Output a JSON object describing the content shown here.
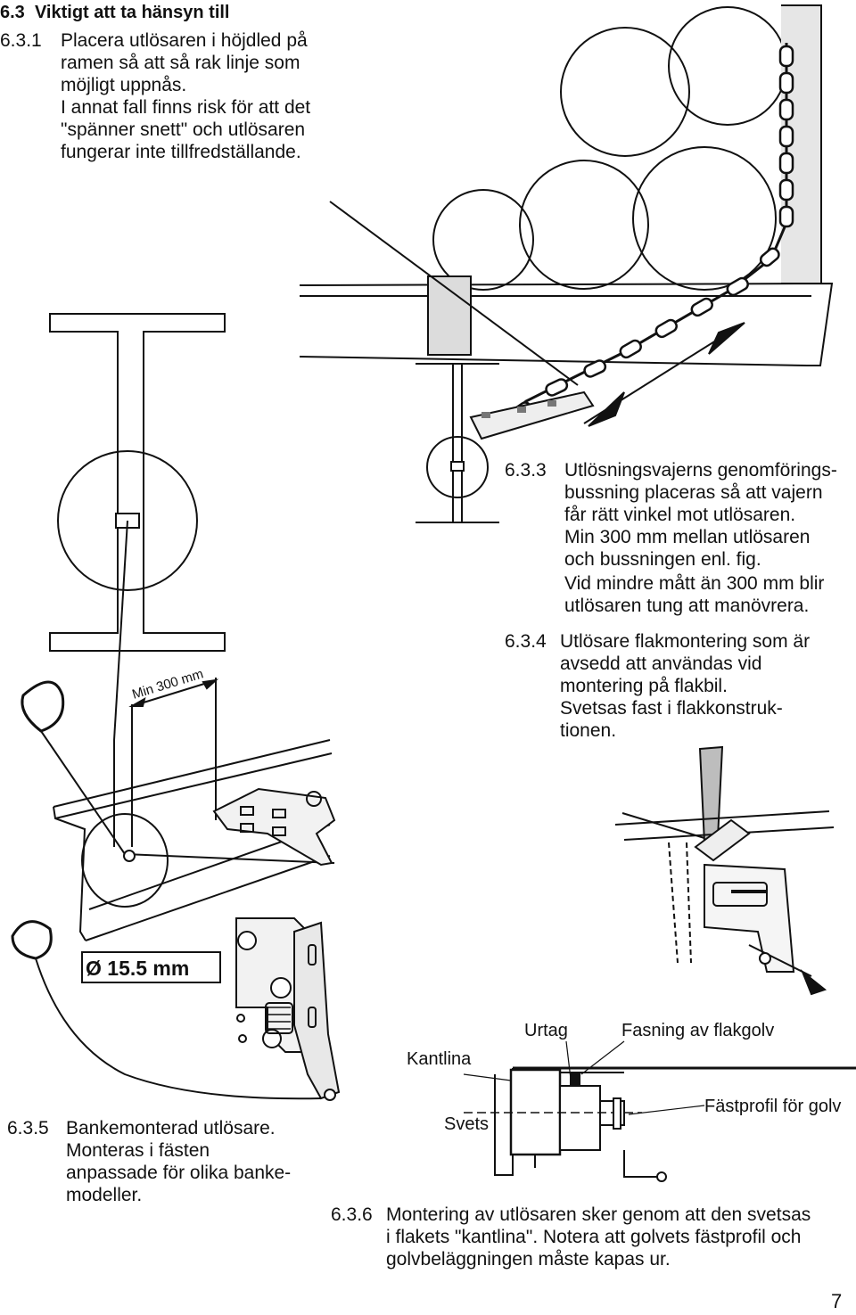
{
  "section": {
    "number": "6.3",
    "title": "Viktigt att ta hänsyn till"
  },
  "items": [
    {
      "num": "6.3.1",
      "lines": [
        "Placera utlösaren i höjdled på",
        "ramen så att så rak linje som",
        "möjligt uppnås.",
        "I annat fall finns risk för att det",
        "\"spänner snett\" och utlösaren",
        "fungerar inte tillfredställande."
      ]
    },
    {
      "num": "6.3.3",
      "lines": [
        "Utlösningsvajerns genomförings-",
        "bussning placeras så att vajern",
        "får rätt vinkel mot utlösaren.",
        "Min 300 mm mellan utlösaren",
        "och bussningen enl. fig.",
        "Vid mindre mått än 300 mm blir",
        "utlösaren tung att manövrera."
      ]
    },
    {
      "num": "6.3.4",
      "lines": [
        "Utlösare flakmontering som är",
        "avsedd att användas vid",
        "montering på flakbil.",
        "Svetsas fast i flakkonstruk-",
        "tionen."
      ]
    },
    {
      "num": "6.3.5",
      "lines": [
        "Bankemonterad utlösare.",
        "Monteras i fästen",
        "anpassade för olika banke-",
        "modeller."
      ]
    },
    {
      "num": "6.3.6",
      "lines": [
        "Montering av utlösaren sker genom att den svetsas",
        "i flakets \"kantlina\". Notera att golvets fästprofil och",
        "golvbeläggningen måste kapas ur."
      ]
    }
  ],
  "figure_labels": {
    "min_300": "Min 300 mm",
    "diameter": "Ø 15.5 mm",
    "urtag": "Urtag",
    "fasning": "Fasning av flakgolv",
    "kantlina": "Kantlina",
    "svets": "Svets",
    "fastprofil": "Fästprofil för golv"
  },
  "page_number": "7"
}
